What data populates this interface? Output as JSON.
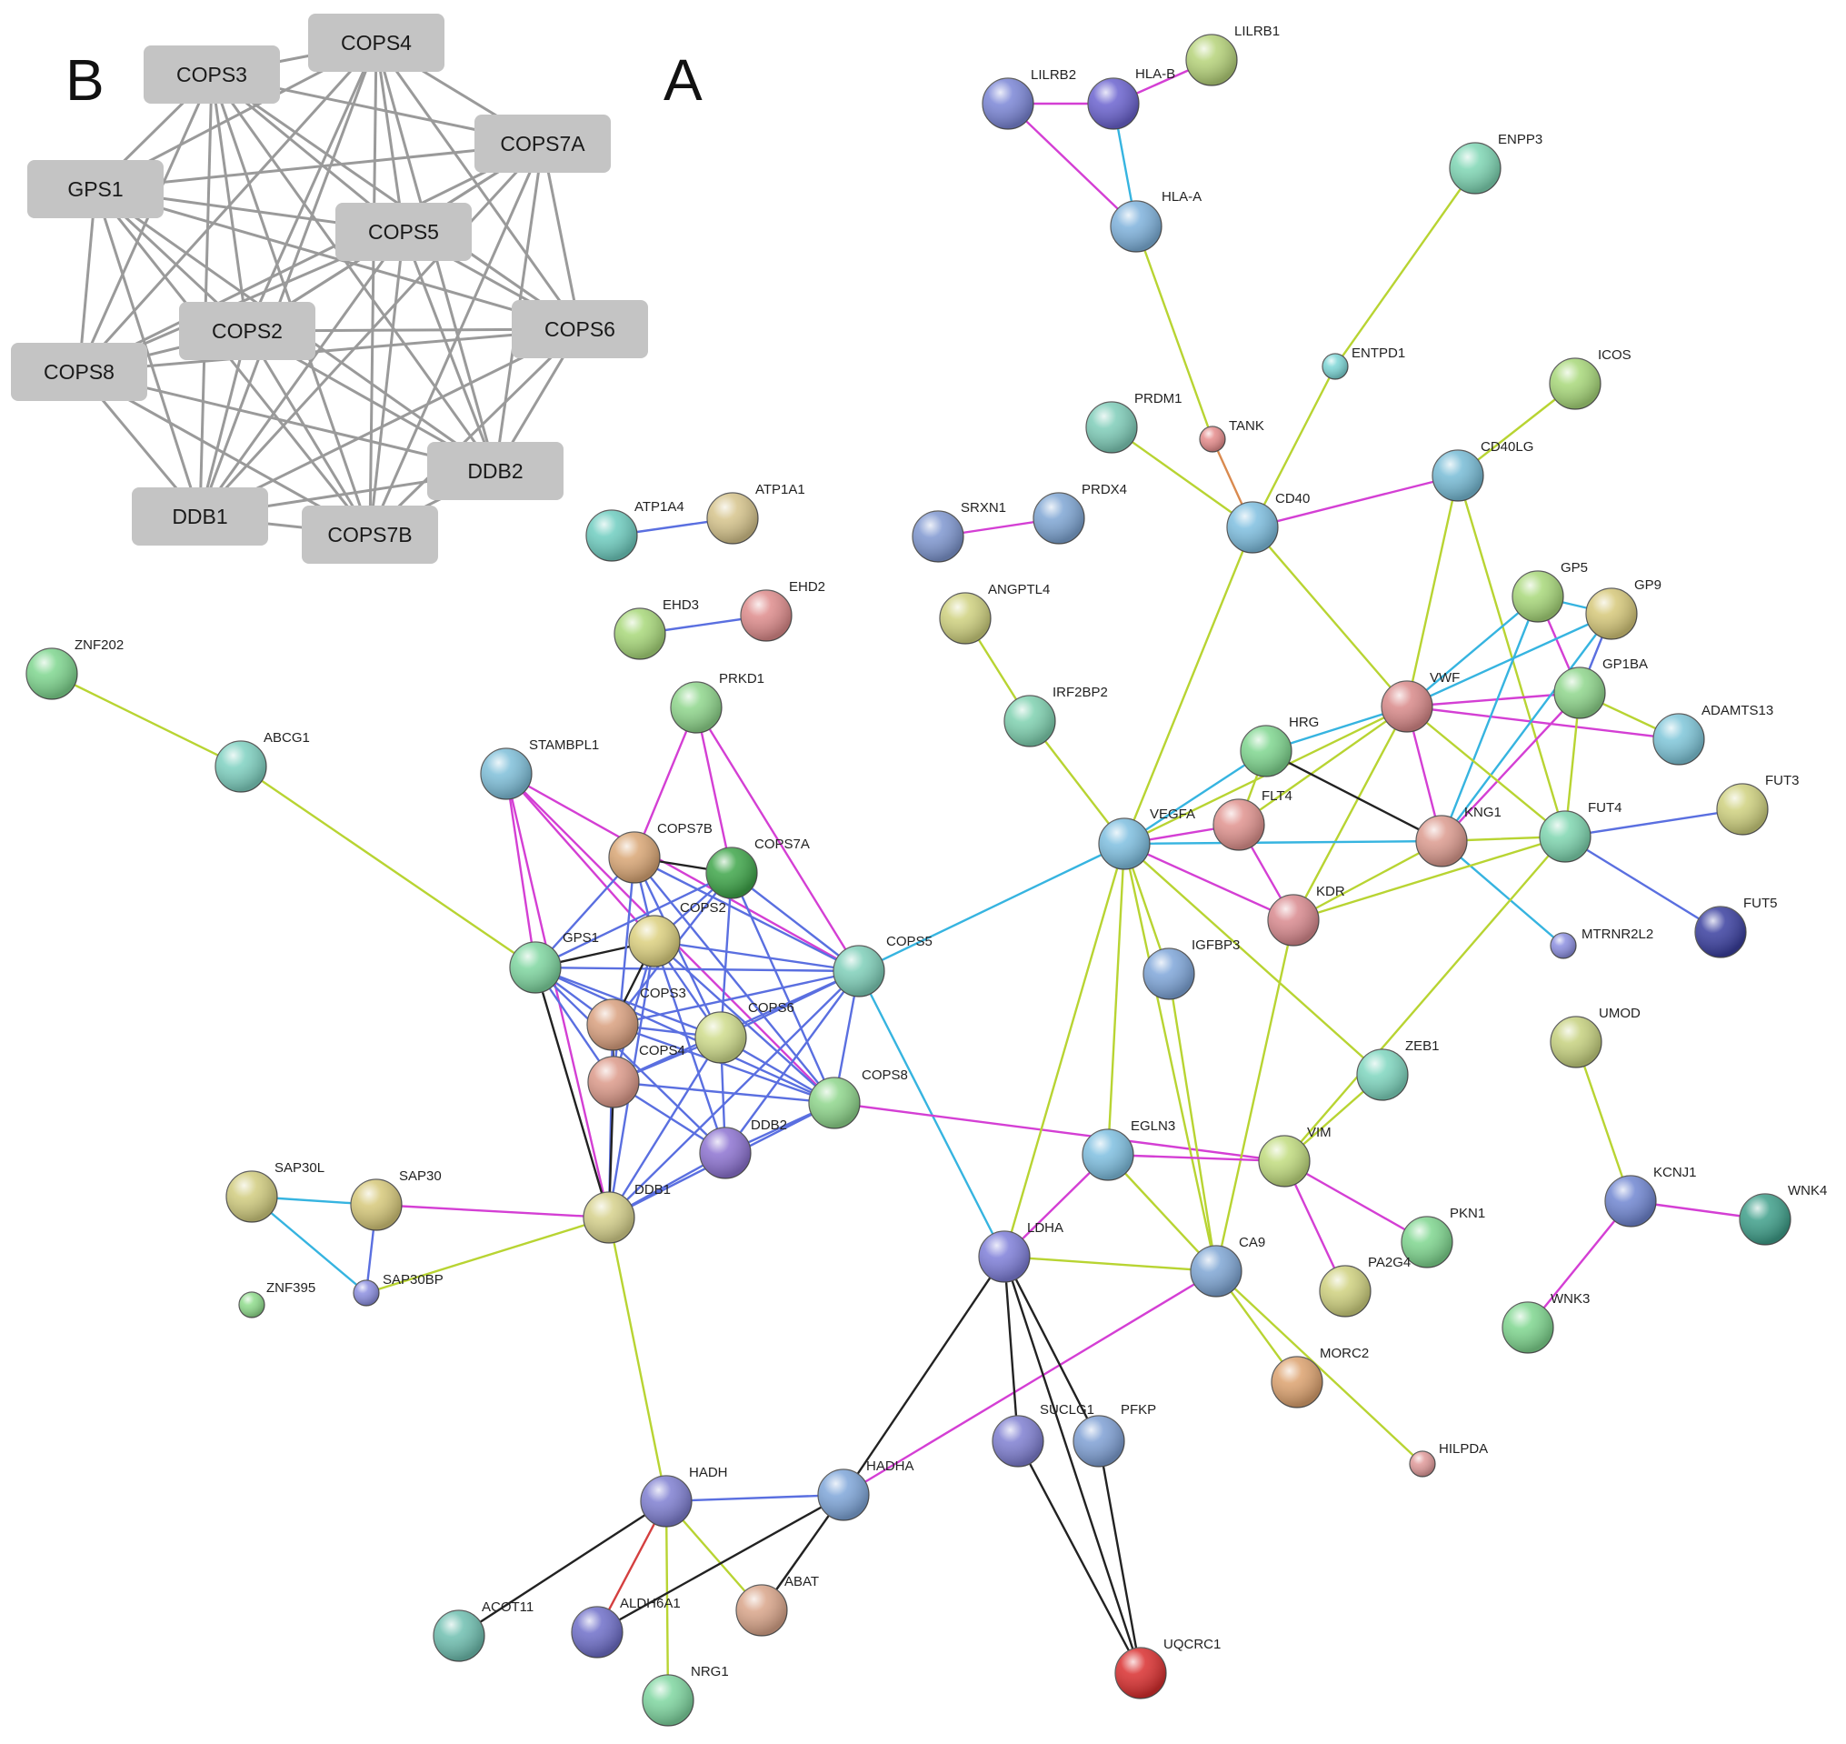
{
  "panel_b": {
    "label": "B",
    "nodes": [
      "COPS4",
      "COPS3",
      "COPS7A",
      "GPS1",
      "COPS5",
      "COPS2",
      "COPS6",
      "COPS8",
      "DDB2",
      "DDB1",
      "COPS7B"
    ],
    "edges": [
      [
        "COPS4",
        "COPS3"
      ],
      [
        "COPS4",
        "COPS7A"
      ],
      [
        "COPS4",
        "GPS1"
      ],
      [
        "COPS4",
        "COPS5"
      ],
      [
        "COPS4",
        "COPS2"
      ],
      [
        "COPS4",
        "COPS6"
      ],
      [
        "COPS4",
        "COPS8"
      ],
      [
        "COPS4",
        "DDB2"
      ],
      [
        "COPS4",
        "DDB1"
      ],
      [
        "COPS4",
        "COPS7B"
      ],
      [
        "COPS3",
        "COPS7A"
      ],
      [
        "COPS3",
        "GPS1"
      ],
      [
        "COPS3",
        "COPS5"
      ],
      [
        "COPS3",
        "COPS2"
      ],
      [
        "COPS3",
        "COPS6"
      ],
      [
        "COPS3",
        "COPS8"
      ],
      [
        "COPS3",
        "DDB2"
      ],
      [
        "COPS3",
        "DDB1"
      ],
      [
        "COPS3",
        "COPS7B"
      ],
      [
        "COPS7A",
        "GPS1"
      ],
      [
        "COPS7A",
        "COPS5"
      ],
      [
        "COPS7A",
        "COPS2"
      ],
      [
        "COPS7A",
        "COPS6"
      ],
      [
        "COPS7A",
        "COPS8"
      ],
      [
        "COPS7A",
        "DDB2"
      ],
      [
        "COPS7A",
        "DDB1"
      ],
      [
        "COPS7A",
        "COPS7B"
      ],
      [
        "GPS1",
        "COPS5"
      ],
      [
        "GPS1",
        "COPS2"
      ],
      [
        "GPS1",
        "COPS6"
      ],
      [
        "GPS1",
        "COPS8"
      ],
      [
        "GPS1",
        "DDB2"
      ],
      [
        "GPS1",
        "DDB1"
      ],
      [
        "GPS1",
        "COPS7B"
      ],
      [
        "COPS5",
        "COPS2"
      ],
      [
        "COPS5",
        "COPS6"
      ],
      [
        "COPS5",
        "COPS8"
      ],
      [
        "COPS5",
        "DDB2"
      ],
      [
        "COPS5",
        "DDB1"
      ],
      [
        "COPS5",
        "COPS7B"
      ],
      [
        "COPS2",
        "COPS6"
      ],
      [
        "COPS2",
        "COPS8"
      ],
      [
        "COPS2",
        "DDB2"
      ],
      [
        "COPS2",
        "DDB1"
      ],
      [
        "COPS2",
        "COPS7B"
      ],
      [
        "COPS6",
        "COPS8"
      ],
      [
        "COPS6",
        "DDB2"
      ],
      [
        "COPS6",
        "DDB1"
      ],
      [
        "COPS6",
        "COPS7B"
      ],
      [
        "COPS8",
        "DDB2"
      ],
      [
        "COPS8",
        "DDB1"
      ],
      [
        "COPS8",
        "COPS7B"
      ],
      [
        "DDB2",
        "DDB1"
      ],
      [
        "DDB2",
        "COPS7B"
      ],
      [
        "DDB1",
        "COPS7B"
      ]
    ]
  },
  "panel_a": {
    "label": "A",
    "nodes": [
      {
        "id": "LILRB2",
        "color": "#7b86d6"
      },
      {
        "id": "HLA-B",
        "color": "#6b63cf"
      },
      {
        "id": "LILRB1",
        "color": "#b6d37a"
      },
      {
        "id": "HLA-A",
        "color": "#7fb2dc"
      },
      {
        "id": "ENPP3",
        "color": "#7fd6b4"
      },
      {
        "id": "ENTPD1",
        "color": "#7dd6d6"
      },
      {
        "id": "ICOS",
        "color": "#a8d87a"
      },
      {
        "id": "PRDM1",
        "color": "#7fcdb9"
      },
      {
        "id": "TANK",
        "color": "#e58c8c"
      },
      {
        "id": "CD40LG",
        "color": "#78bcd6"
      },
      {
        "id": "CD40",
        "color": "#7fbfe0"
      },
      {
        "id": "SRXN1",
        "color": "#7f97d0"
      },
      {
        "id": "PRDX4",
        "color": "#7fa6d4"
      },
      {
        "id": "ATP1A4",
        "color": "#6fcdc0"
      },
      {
        "id": "ATP1A1",
        "color": "#d6c48c"
      },
      {
        "id": "EHD3",
        "color": "#a8d87a"
      },
      {
        "id": "EHD2",
        "color": "#de8c8c"
      },
      {
        "id": "ANGPTL4",
        "color": "#cfd17f"
      },
      {
        "id": "GP5",
        "color": "#a8d87a"
      },
      {
        "id": "GP9",
        "color": "#d6c87a"
      },
      {
        "id": "GP1BA",
        "color": "#8fd68c"
      },
      {
        "id": "VWF",
        "color": "#d98a8a"
      },
      {
        "id": "ADAMTS13",
        "color": "#7fc6d9"
      },
      {
        "id": "ZNF202",
        "color": "#7fd68f"
      },
      {
        "id": "ABCG1",
        "color": "#7fd1c1"
      },
      {
        "id": "PRKD1",
        "color": "#8fd68c"
      },
      {
        "id": "IRF2BP2",
        "color": "#7fd1b0"
      },
      {
        "id": "HRG",
        "color": "#7fd68f"
      },
      {
        "id": "STAMBPL1",
        "color": "#7fbfd9"
      },
      {
        "id": "FLT4",
        "color": "#e0938f"
      },
      {
        "id": "FUT3",
        "color": "#cfd17f"
      },
      {
        "id": "COPS7B",
        "color": "#d9a675"
      },
      {
        "id": "COPS7A",
        "color": "#3fa64a"
      },
      {
        "id": "VEGFA",
        "color": "#7fbfe0"
      },
      {
        "id": "KNG1",
        "color": "#dc9b8f"
      },
      {
        "id": "FUT4",
        "color": "#7fd6b0"
      },
      {
        "id": "COPS2",
        "color": "#dcd07f"
      },
      {
        "id": "KDR",
        "color": "#d98a8f"
      },
      {
        "id": "MTRNR2L2",
        "color": "#8c8fe0"
      },
      {
        "id": "FUT5",
        "color": "#3a3f9f"
      },
      {
        "id": "GPS1",
        "color": "#7fd6a0"
      },
      {
        "id": "COPS5",
        "color": "#7fcfb9"
      },
      {
        "id": "IGFBP3",
        "color": "#7fa6d9"
      },
      {
        "id": "COPS3",
        "color": "#d9a07f"
      },
      {
        "id": "COPS6",
        "color": "#cfdc8c"
      },
      {
        "id": "UMOD",
        "color": "#c6d17f"
      },
      {
        "id": "COPS4",
        "color": "#dc9a8a"
      },
      {
        "id": "ZEB1",
        "color": "#7fd6bf"
      },
      {
        "id": "COPS8",
        "color": "#8fd68c"
      },
      {
        "id": "DDB2",
        "color": "#8d73d1"
      },
      {
        "id": "EGLN3",
        "color": "#7fbfe0"
      },
      {
        "id": "VIM",
        "color": "#c1dc7f"
      },
      {
        "id": "KCNJ1",
        "color": "#7086d1"
      },
      {
        "id": "WNK4",
        "color": "#3f9f8a"
      },
      {
        "id": "SAP30L",
        "color": "#d1cc7f"
      },
      {
        "id": "SAP30",
        "color": "#d6c87a"
      },
      {
        "id": "DDB1",
        "color": "#d6d18c"
      },
      {
        "id": "PKN1",
        "color": "#7fd68f"
      },
      {
        "id": "LDHA",
        "color": "#7f7fd9"
      },
      {
        "id": "CA9",
        "color": "#7fa6d4"
      },
      {
        "id": "ZNF395",
        "color": "#8fdc8c"
      },
      {
        "id": "SAP30BP",
        "color": "#8c8fe0"
      },
      {
        "id": "PA2G4",
        "color": "#cfd17f"
      },
      {
        "id": "WNK3",
        "color": "#7fd68f"
      },
      {
        "id": "MORC2",
        "color": "#dca26f"
      },
      {
        "id": "SUCLG1",
        "color": "#7f7fd1"
      },
      {
        "id": "PFKP",
        "color": "#7fa0d4"
      },
      {
        "id": "HILPDA",
        "color": "#e09a9a"
      },
      {
        "id": "HADH",
        "color": "#7f7fd1"
      },
      {
        "id": "HADHA",
        "color": "#7fa6d9"
      },
      {
        "id": "ABAT",
        "color": "#d9a58a"
      },
      {
        "id": "ACOT11",
        "color": "#6fbfb0"
      },
      {
        "id": "ALDH6A1",
        "color": "#6f6fc9"
      },
      {
        "id": "NRG1",
        "color": "#7fd6a0"
      },
      {
        "id": "UQCRC1",
        "color": "#d92f2f"
      }
    ],
    "edges": [
      [
        "LILRB2",
        "HLA-B",
        "#d43fd4"
      ],
      [
        "LILRB2",
        "HLA-A",
        "#d43fd4"
      ],
      [
        "HLA-B",
        "HLA-A",
        "#36b4e0"
      ],
      [
        "HLA-B",
        "LILRB1",
        "#d43fd4"
      ],
      [
        "HLA-A",
        "TANK",
        "#b8d432"
      ],
      [
        "ENPP3",
        "ENTPD1",
        "#b8d432"
      ],
      [
        "ENTPD1",
        "CD40",
        "#b8d432"
      ],
      [
        "ICOS",
        "CD40LG",
        "#b8d432"
      ],
      [
        "PRDM1",
        "CD40",
        "#b8d432"
      ],
      [
        "TANK",
        "CD40",
        "#d98a4f"
      ],
      [
        "CD40",
        "CD40LG",
        "#d43fd4"
      ],
      [
        "SRXN1",
        "PRDX4",
        "#d43fd4"
      ],
      [
        "ATP1A4",
        "ATP1A1",
        "#5a6fe0"
      ],
      [
        "EHD3",
        "EHD2",
        "#5a6fe0"
      ],
      [
        "ANGPTL4",
        "IRF2BP2",
        "#b8d432"
      ],
      [
        "IRF2BP2",
        "VEGFA",
        "#b8d432"
      ],
      [
        "CD40",
        "VEGFA",
        "#b8d432"
      ],
      [
        "CD40",
        "VWF",
        "#b8d432"
      ],
      [
        "CD40LG",
        "VWF",
        "#b8d432"
      ],
      [
        "CD40LG",
        "FUT4",
        "#b8d432"
      ],
      [
        "GP5",
        "GP9",
        "#36b4e0"
      ],
      [
        "GP5",
        "GP1BA",
        "#d43fd4"
      ],
      [
        "GP9",
        "GP1BA",
        "#5a6fe0"
      ],
      [
        "GP5",
        "VWF",
        "#36b4e0"
      ],
      [
        "GP9",
        "VWF",
        "#36b4e0"
      ],
      [
        "GP1BA",
        "VWF",
        "#d43fd4"
      ],
      [
        "VWF",
        "ADAMTS13",
        "#d43fd4"
      ],
      [
        "GP1BA",
        "ADAMTS13",
        "#b8d432"
      ],
      [
        "GP5",
        "KNG1",
        "#36b4e0"
      ],
      [
        "GP9",
        "KNG1",
        "#36b4e0"
      ],
      [
        "GP1BA",
        "KNG1",
        "#d43fd4"
      ],
      [
        "GP1BA",
        "FUT4",
        "#b8d432"
      ],
      [
        "VWF",
        "HRG",
        "#36b4e0"
      ],
      [
        "VWF",
        "VEGFA",
        "#b8d432"
      ],
      [
        "VWF",
        "KNG1",
        "#d43fd4"
      ],
      [
        "VWF",
        "FUT4",
        "#b8d432"
      ],
      [
        "VWF",
        "KDR",
        "#b8d432"
      ],
      [
        "VWF",
        "FLT4",
        "#b8d432"
      ],
      [
        "HRG",
        "VEGFA",
        "#36b4e0"
      ],
      [
        "HRG",
        "KNG1",
        "#222222"
      ],
      [
        "HRG",
        "FLT4",
        "#b8d432"
      ],
      [
        "VEGFA",
        "FLT4",
        "#d43fd4"
      ],
      [
        "VEGFA",
        "KDR",
        "#d43fd4"
      ],
      [
        "VEGFA",
        "KNG1",
        "#36b4e0"
      ],
      [
        "FLT4",
        "KDR",
        "#d43fd4"
      ],
      [
        "KNG1",
        "KDR",
        "#b8d432"
      ],
      [
        "KNG1",
        "MTRNR2L2",
        "#36b4e0"
      ],
      [
        "KNG1",
        "FUT4",
        "#b8d432"
      ],
      [
        "FUT4",
        "FUT3",
        "#5a6fe0"
      ],
      [
        "FUT4",
        "FUT5",
        "#5a6fe0"
      ],
      [
        "FUT4",
        "KDR",
        "#b8d432"
      ],
      [
        "FUT4",
        "VIM",
        "#b8d432"
      ],
      [
        "ZNF202",
        "ABCG1",
        "#b8d432"
      ],
      [
        "ABCG1",
        "GPS1",
        "#b8d432"
      ],
      [
        "COPS5",
        "VEGFA",
        "#36b4e0"
      ],
      [
        "COPS5",
        "LDHA",
        "#36b4e0"
      ],
      [
        "COPS8",
        "VIM",
        "#d43fd4"
      ],
      [
        "VEGFA",
        "IGFBP3",
        "#b8d432"
      ],
      [
        "VEGFA",
        "EGLN3",
        "#b8d432"
      ],
      [
        "VEGFA",
        "LDHA",
        "#b8d432"
      ],
      [
        "VEGFA",
        "CA9",
        "#b8d432"
      ],
      [
        "VEGFA",
        "ZEB1",
        "#b8d432"
      ],
      [
        "IGFBP3",
        "CA9",
        "#b8d432"
      ],
      [
        "KDR",
        "CA9",
        "#b8d432"
      ],
      [
        "EGLN3",
        "LDHA",
        "#d43fd4"
      ],
      [
        "EGLN3",
        "CA9",
        "#b8d432"
      ],
      [
        "EGLN3",
        "VIM",
        "#d43fd4"
      ],
      [
        "LDHA",
        "CA9",
        "#b8d432"
      ],
      [
        "ZEB1",
        "VIM",
        "#b8d432"
      ],
      [
        "VIM",
        "PKN1",
        "#d43fd4"
      ],
      [
        "VIM",
        "PA2G4",
        "#d43fd4"
      ],
      [
        "CA9",
        "MORC2",
        "#b8d432"
      ],
      [
        "CA9",
        "HILPDA",
        "#b8d432"
      ],
      [
        "CA9",
        "HADHA",
        "#d43fd4"
      ],
      [
        "LDHA",
        "SUCLG1",
        "#222222"
      ],
      [
        "LDHA",
        "PFKP",
        "#222222"
      ],
      [
        "LDHA",
        "UQCRC1",
        "#222222"
      ],
      [
        "LDHA",
        "HADHA",
        "#222222"
      ],
      [
        "SUCLG1",
        "UQCRC1",
        "#222222"
      ],
      [
        "PFKP",
        "UQCRC1",
        "#222222"
      ],
      [
        "UMOD",
        "KCNJ1",
        "#b8d432"
      ],
      [
        "KCNJ1",
        "WNK4",
        "#d43fd4"
      ],
      [
        "KCNJ1",
        "WNK3",
        "#d43fd4"
      ],
      [
        "SAP30L",
        "SAP30",
        "#36b4e0"
      ],
      [
        "SAP30L",
        "SAP30BP",
        "#36b4e0"
      ],
      [
        "SAP30",
        "SAP30BP",
        "#5a6fe0"
      ],
      [
        "SAP30",
        "DDB1",
        "#d43fd4"
      ],
      [
        "SAP30BP",
        "DDB1",
        "#b8d432"
      ],
      [
        "DDB1",
        "HADH",
        "#b8d432"
      ],
      [
        "HADH",
        "HADHA",
        "#5a6fe0"
      ],
      [
        "HADH",
        "ABAT",
        "#b8d432"
      ],
      [
        "HADH",
        "ACOT11",
        "#222222"
      ],
      [
        "HADH",
        "ALDH6A1",
        "#d43f3f"
      ],
      [
        "HADH",
        "NRG1",
        "#b8d432"
      ],
      [
        "HADHA",
        "ABAT",
        "#222222"
      ],
      [
        "HADHA",
        "ALDH6A1",
        "#222222"
      ],
      [
        "PRKD1",
        "COPS7A",
        "#d43fd4"
      ],
      [
        "PRKD1",
        "COPS7B",
        "#d43fd4"
      ],
      [
        "PRKD1",
        "COPS5",
        "#d43fd4"
      ],
      [
        "STAMBPL1",
        "GPS1",
        "#d43fd4"
      ],
      [
        "STAMBPL1",
        "COPS5",
        "#d43fd4"
      ],
      [
        "STAMBPL1",
        "COPS2",
        "#d43fd4"
      ],
      [
        "STAMBPL1",
        "COPS8",
        "#d43fd4"
      ],
      [
        "STAMBPL1",
        "DDB1",
        "#d43fd4"
      ],
      [
        "GPS1",
        "COPS5",
        "#5a6fe0"
      ],
      [
        "GPS1",
        "COPS2",
        "#222222"
      ],
      [
        "GPS1",
        "COPS3",
        "#5a6fe0"
      ],
      [
        "GPS1",
        "COPS4",
        "#5a6fe0"
      ],
      [
        "GPS1",
        "COPS6",
        "#5a6fe0"
      ],
      [
        "GPS1",
        "COPS7B",
        "#5a6fe0"
      ],
      [
        "GPS1",
        "COPS7A",
        "#5a6fe0"
      ],
      [
        "GPS1",
        "COPS8",
        "#5a6fe0"
      ],
      [
        "GPS1",
        "DDB1",
        "#222222"
      ],
      [
        "GPS1",
        "DDB2",
        "#5a6fe0"
      ],
      [
        "COPS2",
        "COPS5",
        "#5a6fe0"
      ],
      [
        "COPS2",
        "COPS3",
        "#222222"
      ],
      [
        "COPS2",
        "COPS4",
        "#5a6fe0"
      ],
      [
        "COPS2",
        "COPS6",
        "#5a6fe0"
      ],
      [
        "COPS2",
        "COPS7B",
        "#5a6fe0"
      ],
      [
        "COPS2",
        "COPS7A",
        "#5a6fe0"
      ],
      [
        "COPS2",
        "COPS8",
        "#5a6fe0"
      ],
      [
        "COPS2",
        "DDB1",
        "#5a6fe0"
      ],
      [
        "COPS2",
        "DDB2",
        "#5a6fe0"
      ],
      [
        "COPS3",
        "COPS5",
        "#5a6fe0"
      ],
      [
        "COPS3",
        "COPS4",
        "#222222"
      ],
      [
        "COPS3",
        "COPS6",
        "#5a6fe0"
      ],
      [
        "COPS3",
        "COPS8",
        "#5a6fe0"
      ],
      [
        "COPS3",
        "DDB1",
        "#5a6fe0"
      ],
      [
        "COPS3",
        "COPS7A",
        "#5a6fe0"
      ],
      [
        "COPS4",
        "COPS5",
        "#5a6fe0"
      ],
      [
        "COPS4",
        "COPS6",
        "#5a6fe0"
      ],
      [
        "COPS4",
        "COPS8",
        "#5a6fe0"
      ],
      [
        "COPS4",
        "DDB1",
        "#222222"
      ],
      [
        "COPS4",
        "DDB2",
        "#5a6fe0"
      ],
      [
        "COPS4",
        "COPS7B",
        "#5a6fe0"
      ],
      [
        "COPS5",
        "COPS6",
        "#5a6fe0"
      ],
      [
        "COPS5",
        "COPS7A",
        "#5a6fe0"
      ],
      [
        "COPS5",
        "COPS7B",
        "#5a6fe0"
      ],
      [
        "COPS5",
        "COPS8",
        "#5a6fe0"
      ],
      [
        "COPS5",
        "DDB1",
        "#5a6fe0"
      ],
      [
        "COPS5",
        "DDB2",
        "#5a6fe0"
      ],
      [
        "COPS6",
        "COPS8",
        "#5a6fe0"
      ],
      [
        "COPS6",
        "DDB1",
        "#5a6fe0"
      ],
      [
        "COPS6",
        "DDB2",
        "#5a6fe0"
      ],
      [
        "COPS6",
        "COPS7A",
        "#5a6fe0"
      ],
      [
        "COPS6",
        "COPS7B",
        "#5a6fe0"
      ],
      [
        "COPS7A",
        "COPS7B",
        "#222222"
      ],
      [
        "COPS7A",
        "COPS8",
        "#5a6fe0"
      ],
      [
        "COPS7B",
        "COPS8",
        "#5a6fe0"
      ],
      [
        "COPS8",
        "DDB1",
        "#5a6fe0"
      ],
      [
        "COPS8",
        "DDB2",
        "#5a6fe0"
      ],
      [
        "DDB2",
        "DDB1",
        "#5a6fe0"
      ]
    ]
  }
}
